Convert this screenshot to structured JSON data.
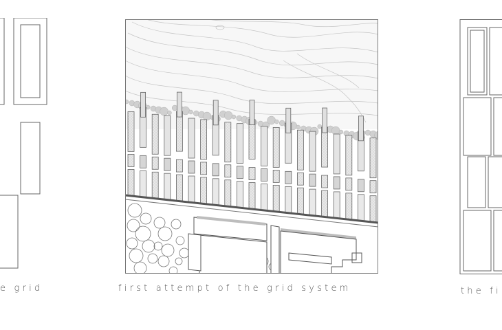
{
  "captions": {
    "left": "e grid",
    "center": "first attempt of the grid system",
    "right": "the fi"
  },
  "colors": {
    "line": "#666666",
    "contour": "#bbbbbb",
    "fill_light": "#e6e6e6",
    "fill_mid": "#cfcfcf",
    "tree": "#cccccc"
  }
}
